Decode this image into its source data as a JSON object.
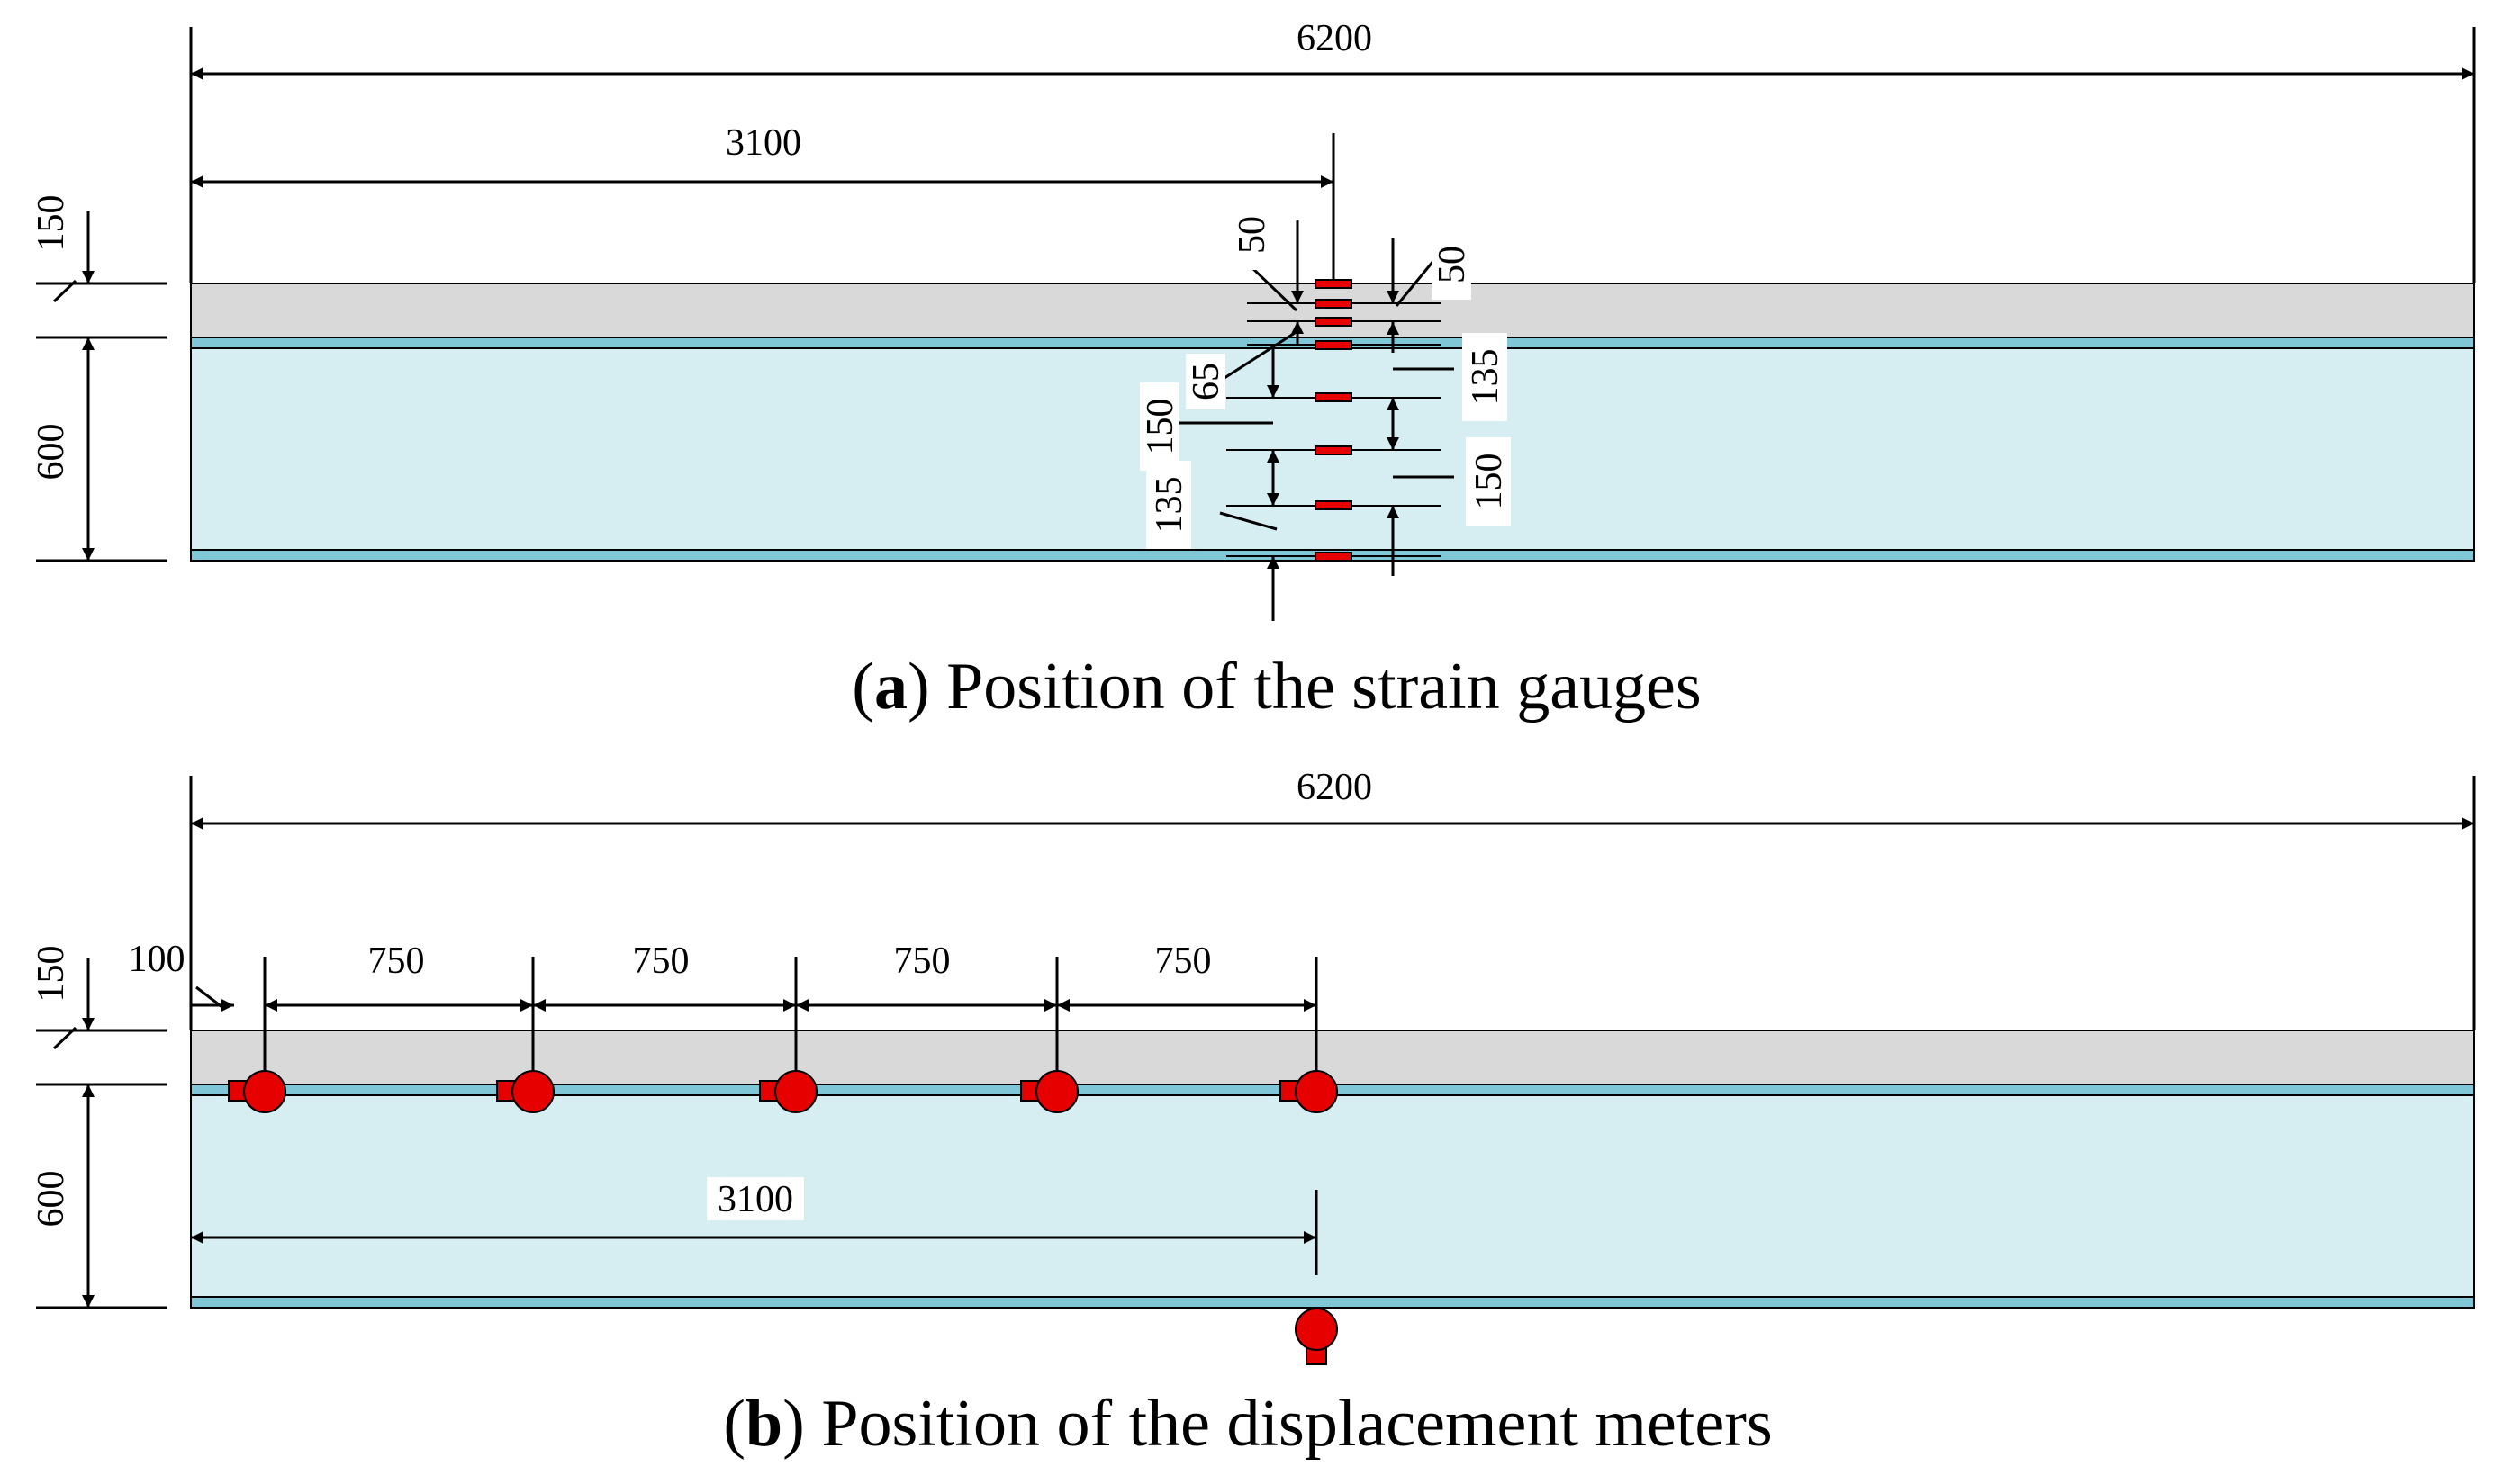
{
  "colors": {
    "deck": "#d9d9d9",
    "web": "#d6edf2",
    "flange": "#7fc6d6",
    "sensor": "#e60000",
    "line": "#000000"
  },
  "panel_a": {
    "caption_letter": "a",
    "caption_text": " Position of the strain gauges",
    "dims": {
      "total_length": "6200",
      "half_length": "3100",
      "deck_thickness": "150",
      "girder_height": "600",
      "g_top_left": "50",
      "g_top_right": "50",
      "g_65": "65",
      "g_135_right": "135",
      "g_150_left": "150",
      "g_150_right": "150",
      "g_135_left": "135"
    }
  },
  "panel_b": {
    "caption_letter": "b",
    "caption_text": " Position of the displacement meters",
    "dims": {
      "total_length": "6200",
      "deck_thickness": "150",
      "girder_height": "600",
      "edge_offset": "100",
      "spacing_1": "750",
      "spacing_2": "750",
      "spacing_3": "750",
      "spacing_4": "750",
      "half_length": "3100"
    }
  }
}
